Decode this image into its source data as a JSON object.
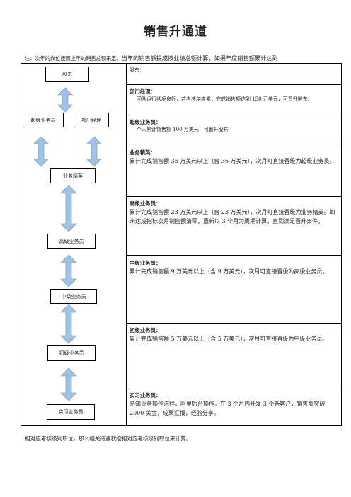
{
  "title": "销售升通道",
  "intro_small": "注：次年的岗位按照上年的销售总额来定。",
  "intro_big": "当年的销售额提成按业绩总额计算，如果年度销售额累计达到",
  "outro": "相对应考核级别职位，那么相关待遇就按相对应考核级别职位来计算。",
  "flow_boxes": [
    "股东",
    "超级业务员",
    "部门经理",
    "业务精英",
    "高级业务员",
    "中级业务员",
    "初级业务员",
    "实习业务员"
  ],
  "arrow_color": "#9dc3e6",
  "levels": [
    {
      "head": "股东：",
      "body": ""
    },
    {
      "head": "部门经理：",
      "body": "团队运行状况良好，若考核年度累计完成销售额达到 150 万美元，可晋升股东。"
    },
    {
      "head": "超级业务员：",
      "body": "个人累计销售额 100 万美元，可晋升股东"
    },
    {
      "head": "业务精英：",
      "body": "累计完成销售额 36 万美元以上（含 36 万美元），次月可直接晋级为超级业务员。"
    },
    {
      "head": "高级业务员：",
      "body": "累计完成销售额 23 万美元以上（含 23 万美元），次月可直接晋级为业务精英。如未达成指标次月销售额清零，重新以 3 个月为周期计算，直到满足晋升条件。"
    },
    {
      "head": "中级业务员：",
      "body": "累计完成销售额 9 万美元以上（含 9 万美元），次月可直接晋级为高级业务员。"
    },
    {
      "head": "初级业务员：",
      "body": "累计完成销售额 5 万美元以上（含 5 万美元），次月可直接晋级为中级业务员。"
    },
    {
      "head": "实习业务员：",
      "body": "熟知业务操作流程，阿里后台操作，在 3 个月内开发 3 个新客户，销售额突破 2000 美金，成果汇报，经验分享。"
    }
  ]
}
